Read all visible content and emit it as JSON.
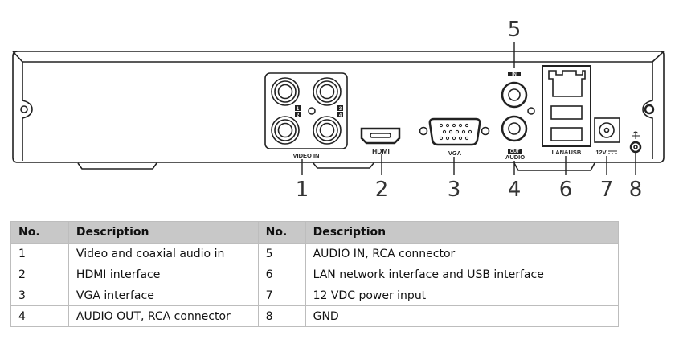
{
  "diagram": {
    "port_labels": {
      "video_in": "VIDEO IN",
      "hdmi": "HDMI",
      "vga": "VGA",
      "audio_in": "IN",
      "audio_out": "OUT",
      "audio": "AUDIO",
      "lan_usb": "LAN&USB",
      "power": "12V"
    },
    "channel_numbers": [
      "1",
      "2",
      "3",
      "4"
    ],
    "callouts": [
      "1",
      "2",
      "3",
      "4",
      "5",
      "6",
      "7",
      "8"
    ]
  },
  "table": {
    "headers": [
      "No.",
      "Description",
      "No.",
      "Description"
    ],
    "rows": [
      [
        "1",
        "Video and coaxial audio in",
        "5",
        "AUDIO IN, RCA connector"
      ],
      [
        "2",
        "HDMI interface",
        "6",
        "LAN network interface and USB interface"
      ],
      [
        "3",
        "VGA interface",
        "7",
        "12 VDC power input"
      ],
      [
        "4",
        "AUDIO OUT, RCA connector",
        "8",
        "GND"
      ]
    ]
  }
}
